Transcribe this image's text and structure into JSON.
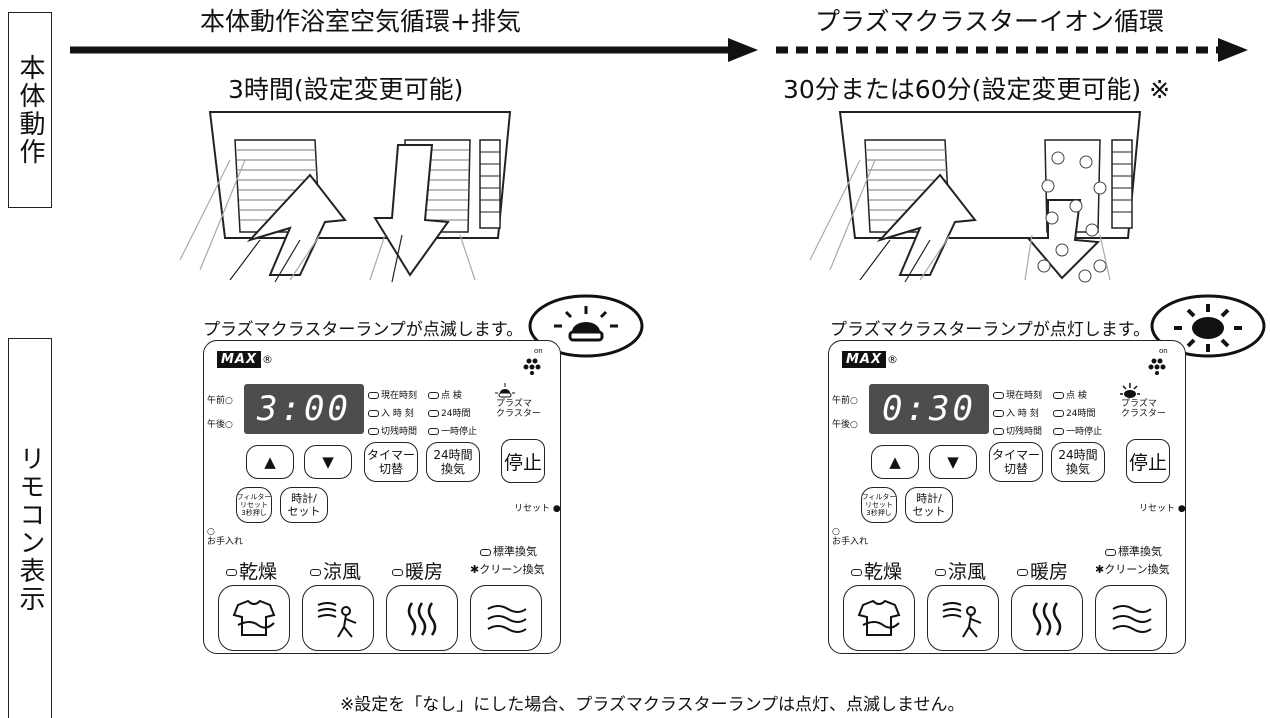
{
  "side_labels": {
    "top": "本体動作",
    "bottom": "リモコン表示"
  },
  "left_phase": {
    "title": "本体動作浴室空気循環+排気",
    "duration": "3時間(設定変更可能)",
    "lamp_note": "プラズマクラスターランプが点滅します。",
    "lamp_state": "blinking"
  },
  "right_phase": {
    "title": "プラズマクラスターイオン循環",
    "duration": "30分または60分(設定変更可能) ※",
    "lamp_note": "プラズマクラスターランプが点灯します。",
    "lamp_state": "lit"
  },
  "remote": {
    "brand": "MAX",
    "reg_mark": "®",
    "am": "午前",
    "pm": "午後",
    "ind_current_time": "現在時刻",
    "ind_check": "点 検",
    "ind_on_time": "入 時 刻",
    "ind_24h": "24時間",
    "ind_off_remain": "切残時間",
    "ind_pause": "一時停止",
    "plasma_label": "プラズマ\nクラスター",
    "on_label": "on",
    "up_btn": "▲",
    "down_btn": "▼",
    "timer_btn": "タイマー\n切替",
    "vent24_btn": "24時間\n換気",
    "stop_btn": "停止",
    "filter_btn": "フィルター\nリセット\n3秒押し",
    "clock_btn": "時計/\nセット",
    "reset_label": "リセット",
    "care_label": "お手入れ",
    "mode_dry": "乾燥",
    "mode_cool": "涼風",
    "mode_heat": "暖房",
    "std_vent": "標準換気",
    "clean_vent": "クリーン換気"
  },
  "left_remote_display": "3:00",
  "right_remote_display": "0:30",
  "footnote": "※設定を「なし」にした場合、プラズマクラスターランプは点灯、点滅しません。"
}
